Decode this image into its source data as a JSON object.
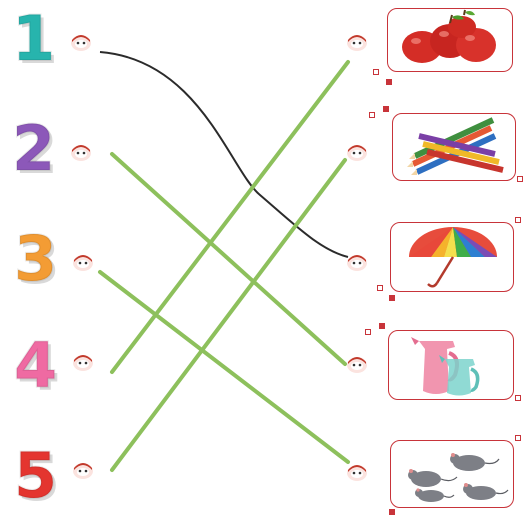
{
  "numbers": [
    {
      "label": "1",
      "color": "#27b4ad"
    },
    {
      "label": "2",
      "color": "#8c58b9"
    },
    {
      "label": "3",
      "color": "#f39c34"
    },
    {
      "label": "4",
      "color": "#ef6aa2"
    },
    {
      "label": "5",
      "color": "#e4352f"
    }
  ],
  "pictures": [
    {
      "name": "apples-picture",
      "count_shown": 4
    },
    {
      "name": "colored-pencils-picture",
      "count_shown": 6
    },
    {
      "name": "umbrella-picture",
      "count_shown": 1
    },
    {
      "name": "jugs-picture",
      "count_shown": 2
    },
    {
      "name": "mice-picture",
      "count_shown": 4
    }
  ],
  "connections": [
    {
      "from": "1",
      "to": "umbrella-picture",
      "color": "#2b2b2b"
    },
    {
      "from": "2",
      "to": "jugs-picture",
      "color": "#8dc05c"
    },
    {
      "from": "3",
      "to": "mice-picture",
      "color": "#8dc05c"
    },
    {
      "from": "4",
      "to": "apples-picture",
      "color": "#8dc05c"
    },
    {
      "from": "5",
      "to": "colored-pencils-picture",
      "color": "#8dc05c"
    }
  ],
  "colors": {
    "card_border": "#c8343a",
    "dot": "#c1392b"
  }
}
